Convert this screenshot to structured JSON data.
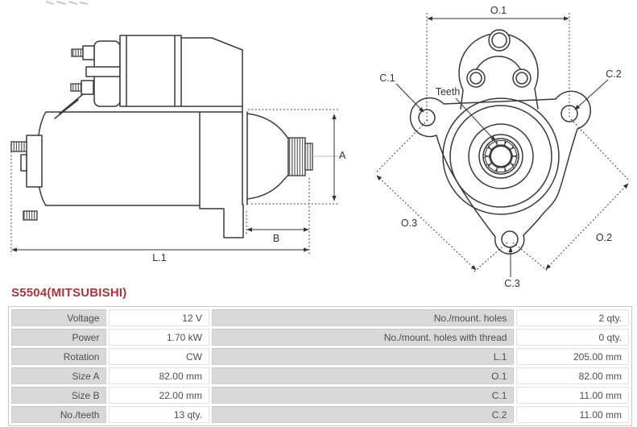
{
  "part": {
    "number": "S5504(MITSUBISHI)"
  },
  "drawing": {
    "side_view": {
      "dim_a": "A",
      "dim_b": "B",
      "dim_l1": "L.1"
    },
    "front_view": {
      "dim_o1": "O.1",
      "dim_o2": "O.2",
      "dim_o3": "O.3",
      "dim_c1": "C.1",
      "dim_c2": "C.2",
      "dim_c3": "C.3",
      "teeth_label": "Teeth"
    }
  },
  "spec_table": {
    "rows": [
      {
        "label_left": "Voltage",
        "value_left": "12 V",
        "label_right": "No./mount. holes",
        "value_right": "2 qty."
      },
      {
        "label_left": "Power",
        "value_left": "1.70 kW",
        "label_right": "No./mount. holes with thread",
        "value_right": "0 qty."
      },
      {
        "label_left": "Rotation",
        "value_left": "CW",
        "label_right": "L.1",
        "value_right": "205.00 mm"
      },
      {
        "label_left": "Size A",
        "value_left": "82.00 mm",
        "label_right": "O.1",
        "value_right": "82.00 mm"
      },
      {
        "label_left": "Size B",
        "value_left": "22.00 mm",
        "label_right": "C.1",
        "value_right": "11.00 mm"
      },
      {
        "label_left": "No./teeth",
        "value_left": "13 qty.",
        "label_right": "C.2",
        "value_right": "11.00 mm"
      }
    ]
  },
  "colors": {
    "part_number_red": "#b23439",
    "drawing_line": "#3a3a3a",
    "table_label_bg": "#d9d9d9",
    "table_text": "#4d4d4d"
  }
}
